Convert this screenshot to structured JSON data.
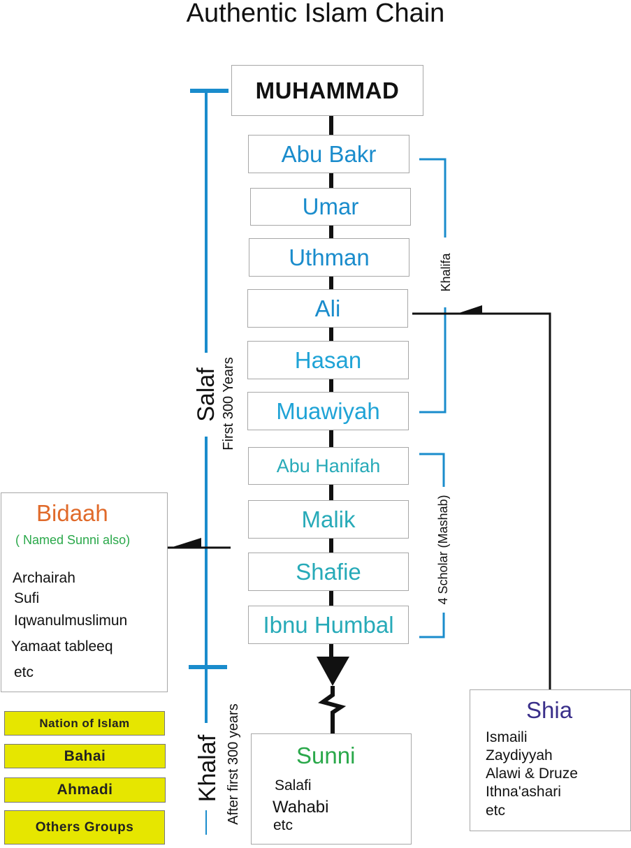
{
  "title": "Authentic Islam Chain",
  "chain": {
    "root": "MUHAMMAD",
    "khalifa": [
      "Abu Bakr",
      "Umar",
      "Uthman",
      "Ali",
      "Hasan",
      "Muawiyah"
    ],
    "scholars": [
      "Abu Hanifah",
      "Malik",
      "Shafie",
      "Ibnu Humbal"
    ]
  },
  "brackets": {
    "khalifa": "Khalifa",
    "scholars": "4 Scholar (Mashab)"
  },
  "timeline": {
    "salaf": "Salaf",
    "salaf_sub": "First 300 Years",
    "khalaf": "Khalaf",
    "khalaf_sub": "After first 300 years"
  },
  "bidaah": {
    "title": "Bidaah",
    "subtitle": "( Named Sunni also)",
    "items": [
      "Archairah",
      "Sufi",
      "Iqwanulmuslimun",
      "Yamaat tableeq",
      "etc"
    ]
  },
  "sunni": {
    "title": "Sunni",
    "items": [
      "Salafi",
      "Wahabi",
      "etc"
    ]
  },
  "shia": {
    "title": "Shia",
    "items": [
      "Ismaili",
      "Zaydiyyah",
      "Alawi & Druze",
      "Ithna'ashari",
      "etc"
    ]
  },
  "others": [
    "Nation of Islam",
    "Bahai",
    "Ahmadi",
    "Others Groups"
  ],
  "colors": {
    "khalifa_text": "#1a8ccc",
    "scholar_text": "#27aab8",
    "bracket": "#1a8ccc",
    "bidaah_title": "#e06a2a",
    "bidaah_subtitle": "#2aa84a",
    "sunni_title": "#2aa84a",
    "shia_title": "#3a2f8a",
    "yellow_box": "#e6e600"
  }
}
